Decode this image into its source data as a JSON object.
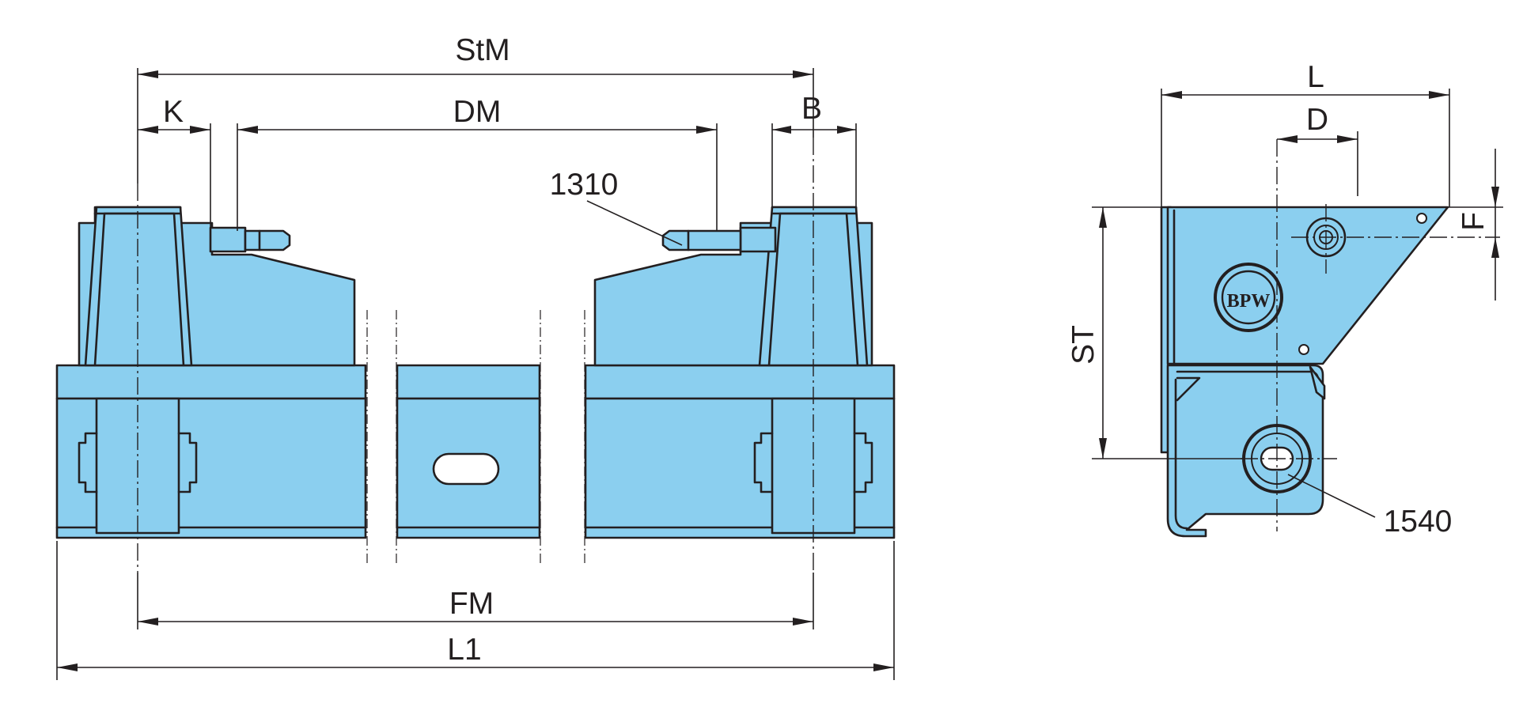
{
  "colors": {
    "part_fill": "#8bcfef",
    "line": "#231f20",
    "background": "#ffffff"
  },
  "front_view": {
    "dimensions": {
      "stm": "StM",
      "k": "K",
      "dm": "DM",
      "b": "B",
      "fm": "FM",
      "l1": "L1"
    },
    "callouts": {
      "part_1310": "1310"
    }
  },
  "side_view": {
    "dimensions": {
      "l": "L",
      "d": "D",
      "f": "F",
      "st": "ST"
    },
    "callouts": {
      "part_1540": "1540"
    },
    "logo_text": "BPW"
  }
}
